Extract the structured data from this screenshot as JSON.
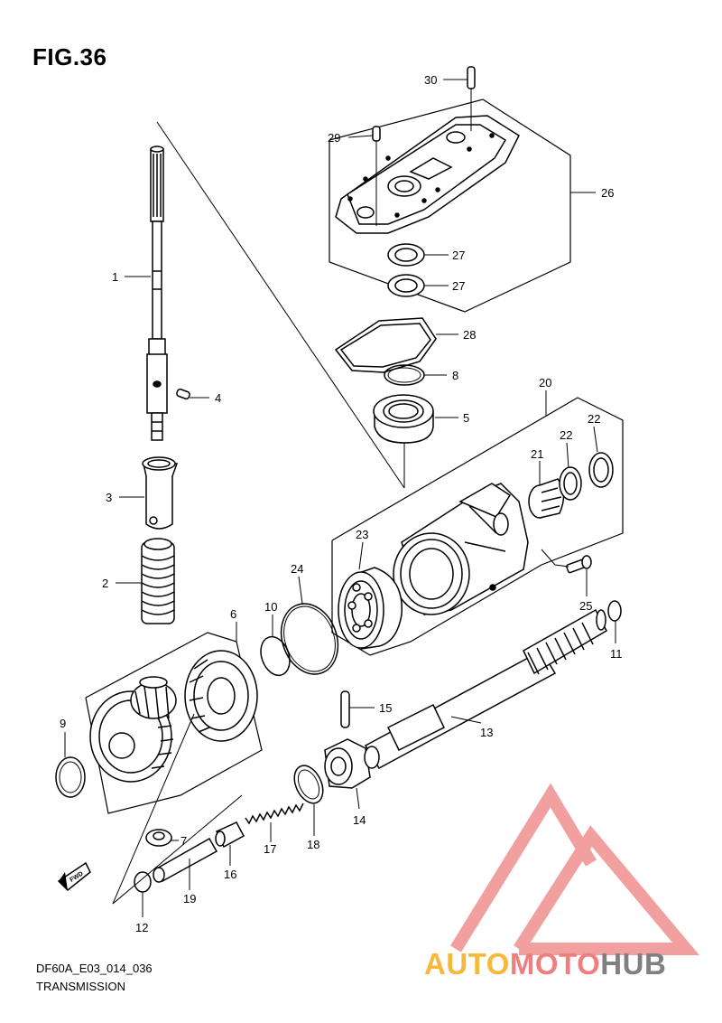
{
  "figure": {
    "title": "FIG.36",
    "code": "DF60A_E03_014_036",
    "name": "TRANSMISSION",
    "direction_tag": "FWD"
  },
  "watermark": {
    "part1": "AUTO",
    "part2": "MOTO",
    "part3": "HUB",
    "colors": {
      "auto": "#f5b93b",
      "moto": "#ef7f7f",
      "hub": "#808080",
      "triangle": "#ef8f8f"
    }
  },
  "callouts": {
    "c1": "1",
    "c2": "2",
    "c3": "3",
    "c4": "4",
    "c5": "5",
    "c6": "6",
    "c7": "7",
    "c8": "8",
    "c9": "9",
    "c10": "10",
    "c11": "11",
    "c12": "12",
    "c13": "13",
    "c14": "14",
    "c15": "15",
    "c16": "16",
    "c17": "17",
    "c18": "18",
    "c19": "19",
    "c20": "20",
    "c21": "21",
    "c22a": "22",
    "c22b": "22",
    "c23": "23",
    "c24": "24",
    "c25": "25",
    "c26": "26",
    "c27a": "27",
    "c27b": "27",
    "c28": "28",
    "c29": "29",
    "c30": "30"
  }
}
